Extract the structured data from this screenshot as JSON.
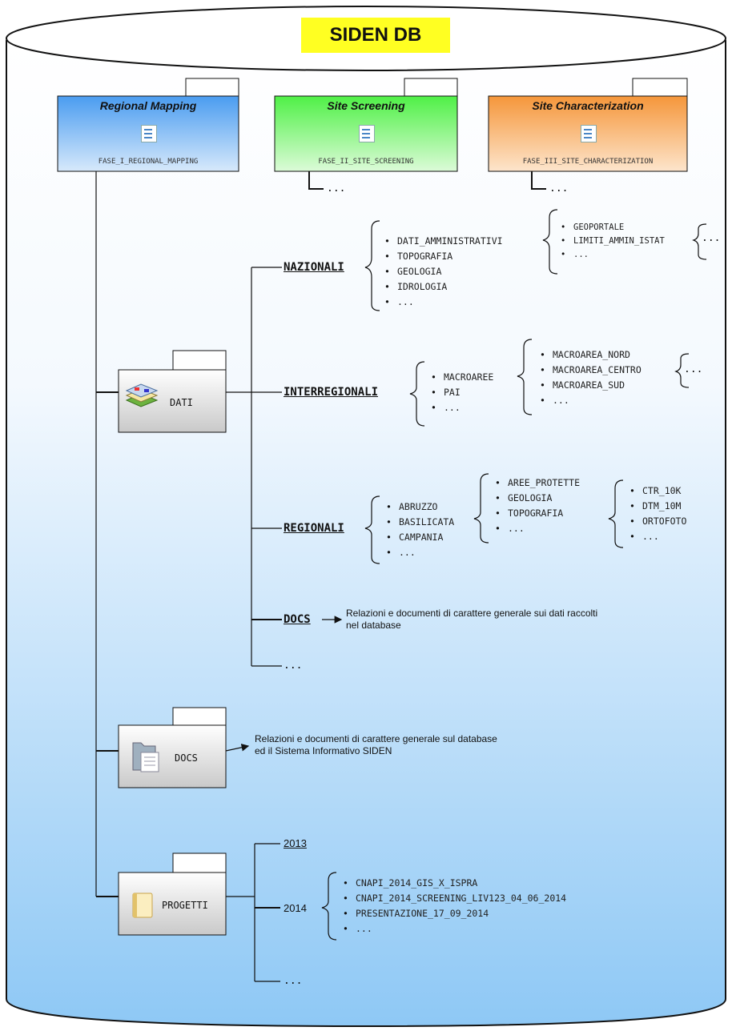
{
  "title": "SIDEN DB",
  "phases": [
    {
      "name": "Regional Mapping",
      "code": "FASE_I_REGIONAL_MAPPING",
      "color": "#4a9cf0"
    },
    {
      "name": "Site Screening",
      "code": "FASE_II_SITE_SCREENING",
      "color": "#55f04a"
    },
    {
      "name": "Site Characterization",
      "code": "FASE_III_SITE_CHARACTERIZATION",
      "color": "#f59a3c"
    }
  ],
  "phase_more": "...",
  "folders": {
    "dati": "DATI",
    "docs": "DOCS",
    "progetti": "PROGETTI"
  },
  "dati": {
    "nazionali": {
      "label": "NAZIONALI",
      "items": [
        "DATI_AMMINISTRATIVI",
        "TOPOGRAFIA",
        "GEOLOGIA",
        "IDROLOGIA",
        "..."
      ],
      "sub_items": [
        "GEOPORTALE",
        "LIMITI_AMMIN_ISTAT",
        "..."
      ],
      "sub_more": "..."
    },
    "interregionali": {
      "label": "INTERREGIONALI",
      "items": [
        "MACROAREE",
        "PAI",
        "..."
      ],
      "sub_items": [
        "MACROAREA_NORD",
        "MACROAREA_CENTRO",
        "MACROAREA_SUD",
        "..."
      ],
      "sub_more": "..."
    },
    "regionali": {
      "label": "REGIONALI",
      "items": [
        "ABRUZZO",
        "BASILICATA",
        "CAMPANIA",
        "..."
      ],
      "sub_items": [
        "AREE_PROTETTE",
        "GEOLOGIA",
        "TOPOGRAFIA",
        "..."
      ],
      "sub_sub_items": [
        "CTR_10K",
        "DTM_10M",
        "ORTOFOTO",
        "..."
      ]
    },
    "docs": {
      "label": "DOCS",
      "note_line1": "Relazioni e documenti di carattere generale sui dati raccolti",
      "note_line2": "nel database"
    },
    "more": "..."
  },
  "docs_note": {
    "line1": "Relazioni e documenti di carattere generale sul database",
    "line2": "ed il Sistema Informativo SIDEN"
  },
  "progetti": {
    "year_2013": "2013",
    "year_2014": "2014",
    "items_2014": [
      "CNAPI_2014_GIS_X_ISPRA",
      "CNAPI_2014_SCREENING_LIV123_04_06_2014",
      "PRESENTAZIONE_17_09_2014",
      "..."
    ],
    "more": "..."
  },
  "colors": {
    "cylinder_top": "#ffffff",
    "cylinder_bottom": "#8ec8f5",
    "title_bg": "#ffff22"
  }
}
